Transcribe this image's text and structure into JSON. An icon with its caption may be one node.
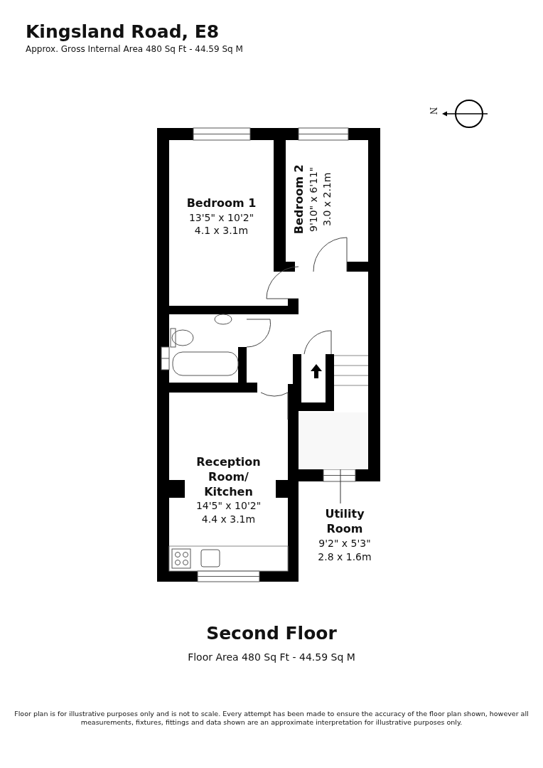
{
  "diagram": {
    "title": "Kingsland Road, E8",
    "caption": "Second Floor",
    "nodes": [
      {
        "text": [
          "Bedroom 1",
          "13'5\" x 10'2\"",
          "4.1 x 3.1m"
        ]
      },
      {
        "text": [
          "Bedroom 2",
          "9'10\" x 6'11\"",
          "3.0 x 2.1m"
        ]
      },
      {
        "text": [
          "Reception Room/ Kitchen",
          "14'5\" x 10'2\"",
          "4.4 x 3.1m"
        ]
      },
      {
        "text": [
          "Utility Room",
          "9'2\" x 5'3\"",
          "2.8 x 1.6m"
        ]
      },
      {
        "text": [],
        "shape": "box"
      }
    ],
    "edges": [
      {
        "from": 3,
        "to": 4,
        "arrow": "none"
      }
    ],
    "labels": [
      "Approx. Gross Internal Area 480 Sq Ft - 44.59 Sq M",
      "N",
      "Floor Area 480 Sq Ft - 44.59 Sq M",
      "Floor plan is for illustrative purposes only and is not to scale. Every attempt has been made to ensure the accuracy of the floor plan shown, however all measurements, fixtures, fittings and data shown are an approximate interpretation for illustrative purposes only."
    ]
  }
}
